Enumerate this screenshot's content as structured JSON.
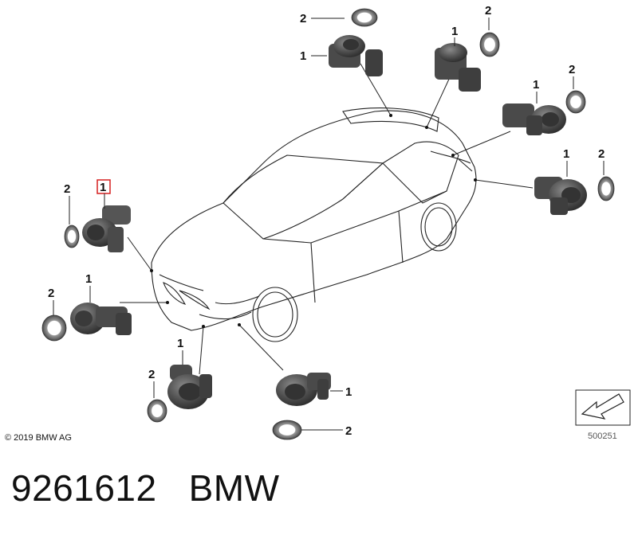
{
  "diagram": {
    "callouts": [
      {
        "id": "c1",
        "label": "2"
      },
      {
        "id": "c2",
        "label": "1"
      },
      {
        "id": "c3",
        "label": "1"
      },
      {
        "id": "c4",
        "label": "2"
      },
      {
        "id": "c5",
        "label": "1"
      },
      {
        "id": "c6",
        "label": "2"
      },
      {
        "id": "c7",
        "label": "1"
      },
      {
        "id": "c8",
        "label": "2"
      },
      {
        "id": "c9",
        "label": "2"
      },
      {
        "id": "c10",
        "label": "1"
      },
      {
        "id": "c11",
        "label": "2"
      },
      {
        "id": "c12",
        "label": "1"
      },
      {
        "id": "c13",
        "label": "1"
      },
      {
        "id": "c14",
        "label": "2"
      },
      {
        "id": "c15",
        "label": "1"
      },
      {
        "id": "c16",
        "label": "2"
      }
    ],
    "highlight_color": "#d62020",
    "copyright": "© 2019 BMW AG",
    "reference_number": "500251"
  },
  "caption": {
    "part_number": "9261612",
    "brand": "BMW"
  }
}
